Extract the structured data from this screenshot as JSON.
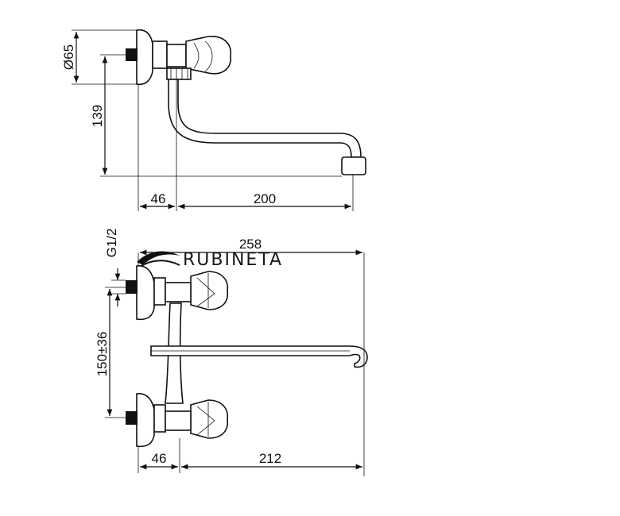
{
  "brand": {
    "name": "RUBINETA"
  },
  "side_view": {
    "diameter": "Ø65",
    "height": "139",
    "offset": "46",
    "reach": "200"
  },
  "front_view": {
    "thread": "G1/2",
    "total_width": "258",
    "spacing": "150±36",
    "offset": "46",
    "reach": "212"
  },
  "colors": {
    "line": "#111111",
    "background": "#ffffff"
  }
}
